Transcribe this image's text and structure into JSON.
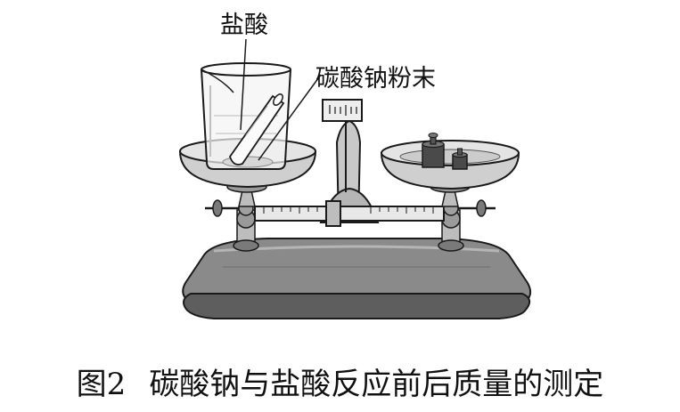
{
  "labels": {
    "hydrochloric_acid": "盐酸",
    "sodium_carbonate_powder": "碳酸钠粉末"
  },
  "caption": {
    "figure_number": "图2",
    "text": "碳酸钠与盐酸反应前后质量的测定"
  },
  "colors": {
    "line": "#1a1a1a",
    "base_fill": "#8a8a8a",
    "base_dark": "#5e5e5e",
    "pan_fill": "#d6d6d6",
    "metal_fill": "#bdbdbd",
    "weight_fill": "#4a4a4a",
    "beaker_glass": "#f4f4f4"
  }
}
